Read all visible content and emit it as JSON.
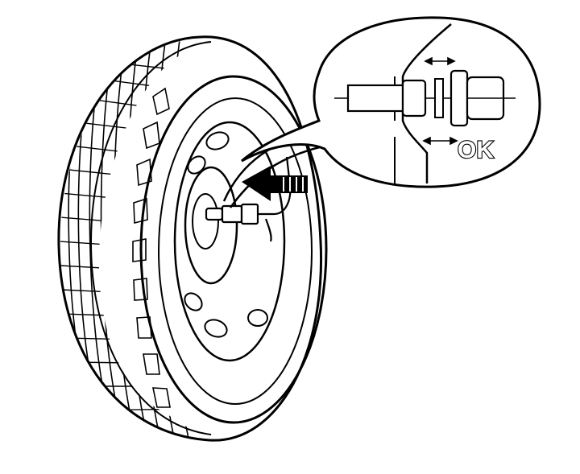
{
  "diagram": {
    "callout_label": "OK",
    "colors": {
      "line": "#000000",
      "fill": "#ffffff"
    },
    "icons": [
      "tire-icon",
      "tread-pattern",
      "valve-stem-icon",
      "direction-arrow-icon",
      "magnifier-callout"
    ]
  }
}
